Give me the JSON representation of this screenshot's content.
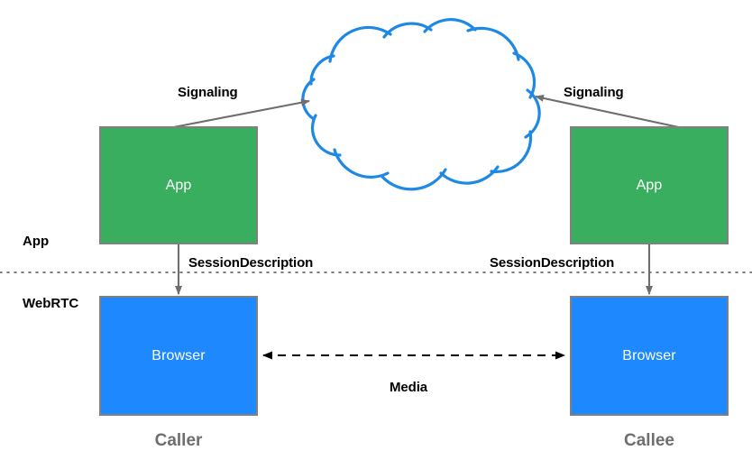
{
  "diagram": {
    "type": "webrtc-signaling-architecture",
    "colors": {
      "app_box_fill": "#3AAE5F",
      "browser_box_fill": "#1E88FE",
      "box_stroke": "#808080",
      "cloud_stroke": "#1E88E5",
      "arrow_stroke": "#6E6E6E",
      "media_arrow_stroke": "#000000",
      "role_label_color": "#6E6E6E",
      "divider_color": "#555555",
      "text_color": "#000000",
      "box_text_color": "#FFFFFF"
    },
    "layers": [
      {
        "id": "app",
        "label": "App"
      },
      {
        "id": "webrtc",
        "label": "WebRTC"
      }
    ],
    "nodes": {
      "caller_app": {
        "label": "App"
      },
      "callee_app": {
        "label": "App"
      },
      "caller_browser": {
        "label": "Browser"
      },
      "callee_browser": {
        "label": "Browser"
      },
      "signaling_cloud": {
        "label": ""
      }
    },
    "edges": {
      "caller_signaling": {
        "label": "Signaling",
        "direction": "caller-app-to-cloud"
      },
      "callee_signaling": {
        "label": "Signaling",
        "direction": "callee-app-to-cloud"
      },
      "caller_sessiondescription": {
        "label": "SessionDescription",
        "direction": "app-to-browser"
      },
      "callee_sessiondescription": {
        "label": "SessionDescription",
        "direction": "app-to-browser"
      },
      "media": {
        "label": "Media",
        "direction": "bidirectional"
      }
    },
    "roles": {
      "caller": "Caller",
      "callee": "Callee"
    }
  }
}
